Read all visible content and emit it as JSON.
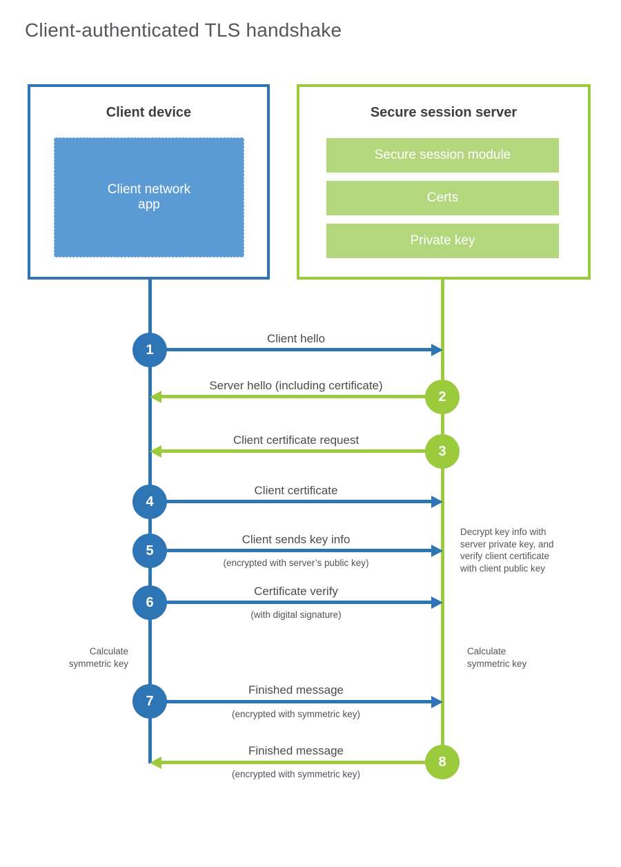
{
  "title": "Client-authenticated TLS handshake",
  "colors": {
    "blue": "#2e75b6",
    "blue_fill": "#5b9bd5",
    "green": "#9bcb3d",
    "green_fill": "#b3d77d",
    "heading_text": "#3d3e40",
    "label_text": "#4a4b4d",
    "title_text": "#54565b"
  },
  "client": {
    "title": "Client device",
    "app_label": "Client network\napp"
  },
  "server": {
    "title": "Secure session server",
    "modules": [
      "Secure session module",
      "Certs",
      "Private key"
    ]
  },
  "steps": [
    {
      "num": "1",
      "direction": "right",
      "label": "Client hello",
      "sub": ""
    },
    {
      "num": "2",
      "direction": "left",
      "label": "Server hello (including certificate)",
      "sub": ""
    },
    {
      "num": "3",
      "direction": "left",
      "label": "Client certificate request",
      "sub": ""
    },
    {
      "num": "4",
      "direction": "right",
      "label": "Client certificate",
      "sub": ""
    },
    {
      "num": "5",
      "direction": "right",
      "label": "Client sends key info",
      "sub": "(encrypted with server’s public key)"
    },
    {
      "num": "6",
      "direction": "right",
      "label": "Certificate verify",
      "sub": "(with digital signature)"
    },
    {
      "num": "7",
      "direction": "right",
      "label": "Finished message",
      "sub": "(encrypted with symmetric key)"
    },
    {
      "num": "8",
      "direction": "left",
      "label": "Finished message",
      "sub": "(encrypted with symmetric key)"
    }
  ],
  "annotations": {
    "decrypt_note": "Decrypt key info with\nserver private key, and\nverify client certificate\nwith client public key",
    "calc_left": "Calculate\nsymmetric key",
    "calc_right": "Calculate\nsymmetric key"
  }
}
